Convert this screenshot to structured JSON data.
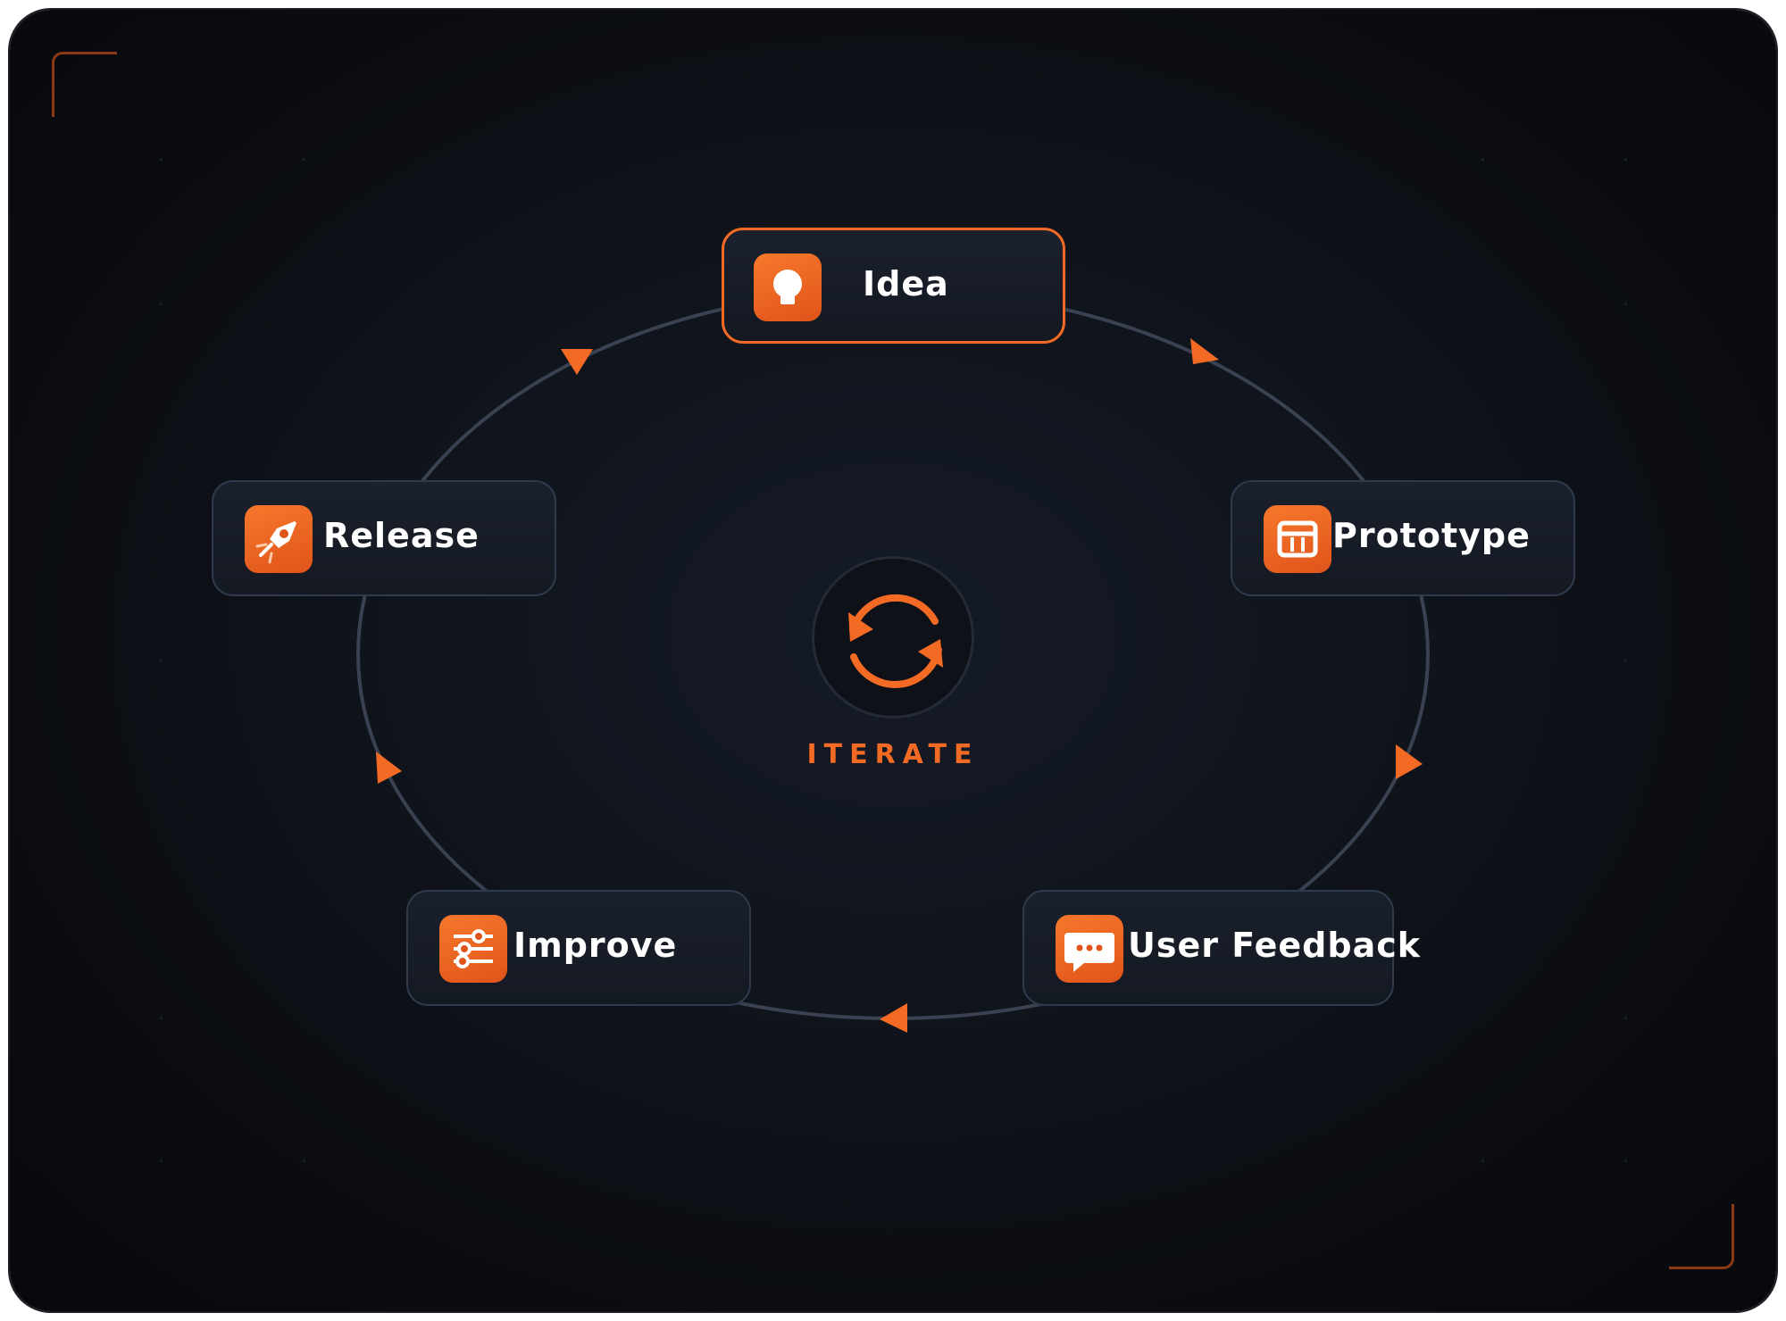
{
  "diagram": {
    "center_label": "ITERATE",
    "center_icon": "refresh-cycle-icon",
    "accent_color": "#f26a24",
    "steps": [
      {
        "id": "idea",
        "label": "Idea",
        "icon": "lightbulb-icon",
        "active": true
      },
      {
        "id": "prototype",
        "label": "Prototype",
        "icon": "layout-template-icon",
        "active": false
      },
      {
        "id": "user-feedback",
        "label": "User Feedback",
        "icon": "chat-bubble-icon",
        "active": false
      },
      {
        "id": "improve",
        "label": "Improve",
        "icon": "sliders-icon",
        "active": false
      },
      {
        "id": "release",
        "label": "Release",
        "icon": "rocket-icon",
        "active": false
      }
    ],
    "flow_direction": "clockwise"
  }
}
